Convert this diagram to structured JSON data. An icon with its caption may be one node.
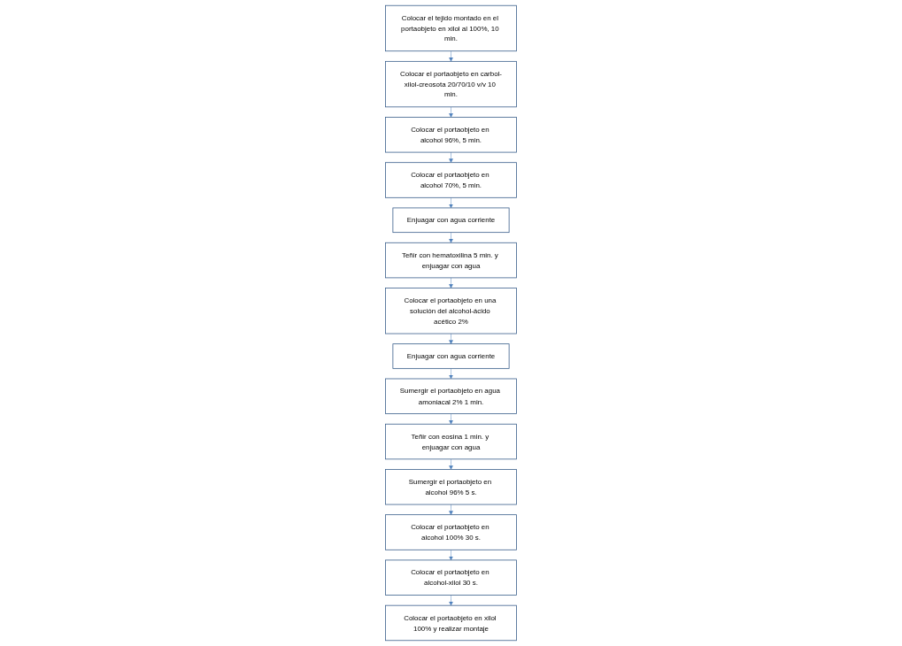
{
  "diagram": {
    "nodes": [
      {
        "text": [
          "Colocar el tejido montado en el portaobjeto en xilol al 100%, 10 min."
        ]
      },
      {
        "text": [
          "Colocar el portaobjeto en carbol-xilol-creosota 20/70/10 v/v 10 min."
        ]
      },
      {
        "text": [
          "Enjuagar con agua corriente"
        ]
      },
      {
        "text": [
          "Colocar el portaobjeto en alcohol 70%, 5 min."
        ]
      },
      {
        "text": [
          "Colocar el portaobjeto en alcohol 96%, 5 min."
        ]
      },
      {
        "text": [
          "Teñir con hematoxilina 5 min. y enjuagar con agua"
        ]
      },
      {
        "text": [
          "Colocar el portaobjeto en una solución del alcohol-ácido acético 2%"
        ]
      },
      {
        "text": [
          "Enjuagar con agua corriente"
        ]
      },
      {
        "text": [
          "Sumergir el portaobjeto en alcohol 96% 5 s."
        ]
      },
      {
        "text": [
          "Teñir con eosina 1 min. y enjuagar con agua"
        ]
      },
      {
        "text": [
          "Sumergir el portaobjeto en agua amoniacal 2% 1 min."
        ]
      },
      {
        "text": [
          "Colocar el portaobjeto en alcohol 100% 30 s."
        ]
      },
      {
        "text": [
          "Colocar el portaobjeto en alcohol-xilol 30 s."
        ]
      },
      {
        "text": [
          "Colocar el portaobjeto en xilol 100% y realizar montaje"
        ]
      }
    ],
    "edges": [
      {
        "from": 0,
        "to": 1,
        "arrow": "to"
      },
      {
        "from": 1,
        "to": 4,
        "arrow": "to"
      },
      {
        "from": 4,
        "to": 3,
        "arrow": "to"
      },
      {
        "from": 3,
        "to": 2,
        "arrow": "to"
      },
      {
        "from": 2,
        "to": 5,
        "arrow": "to"
      },
      {
        "from": 5,
        "to": 6,
        "arrow": "to"
      },
      {
        "from": 6,
        "to": 7,
        "arrow": "to"
      },
      {
        "from": 7,
        "to": 10,
        "arrow": "to"
      },
      {
        "from": 10,
        "to": 9,
        "arrow": "to"
      },
      {
        "from": 9,
        "to": 8,
        "arrow": "to"
      },
      {
        "from": 8,
        "to": 11,
        "arrow": "to"
      },
      {
        "from": 11,
        "to": 12,
        "arrow": "to"
      },
      {
        "from": 12,
        "to": 13,
        "arrow": "to"
      }
    ]
  }
}
